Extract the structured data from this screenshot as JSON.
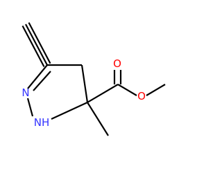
{
  "molecule": {
    "atoms": {
      "ring_n": {
        "symbol": "N",
        "color": "#3333ff"
      },
      "ring_nh": {
        "symbol": "NH",
        "color": "#3333ff"
      },
      "carbonyl_o": {
        "symbol": "O",
        "color": "#ff0000"
      },
      "ester_o": {
        "symbol": "O",
        "color": "#ff0000"
      }
    },
    "bond_color": "#000000",
    "background": "#ffffff"
  }
}
